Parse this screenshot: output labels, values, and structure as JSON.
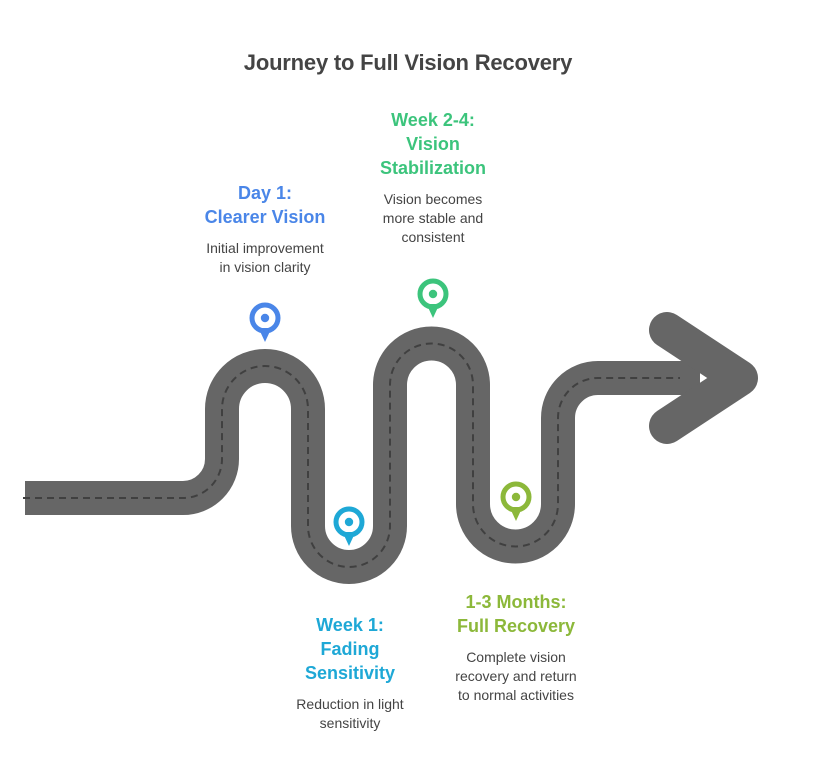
{
  "title": "Journey to Full Vision Recovery",
  "colors": {
    "road": "#666666",
    "road_dash": "#404040",
    "day1": "#4a86e8",
    "week1": "#1ea8d6",
    "week2_4": "#3cc47c",
    "months1_3": "#8cb83a",
    "text": "#444444"
  },
  "milestones": [
    {
      "id": "day1",
      "title_lines": [
        "Day 1:",
        "Clearer Vision"
      ],
      "desc_lines": [
        "Initial improvement",
        "in vision clarity"
      ],
      "pin_icon": "map-pin-icon",
      "position": "above-road"
    },
    {
      "id": "week1",
      "title_lines": [
        "Week 1:",
        "Fading",
        "Sensitivity"
      ],
      "desc_lines": [
        "Reduction in light",
        "sensitivity"
      ],
      "pin_icon": "map-pin-icon",
      "position": "below-road"
    },
    {
      "id": "week2_4",
      "title_lines": [
        "Week 2-4:",
        "Vision",
        "Stabilization"
      ],
      "desc_lines": [
        "Vision becomes",
        "more stable and",
        "consistent"
      ],
      "pin_icon": "map-pin-icon",
      "position": "above-road"
    },
    {
      "id": "months1_3",
      "title_lines": [
        "1-3 Months:",
        "Full Recovery"
      ],
      "desc_lines": [
        "Complete vision",
        "recovery and return",
        "to normal activities"
      ],
      "pin_icon": "map-pin-icon",
      "position": "below-road"
    }
  ]
}
